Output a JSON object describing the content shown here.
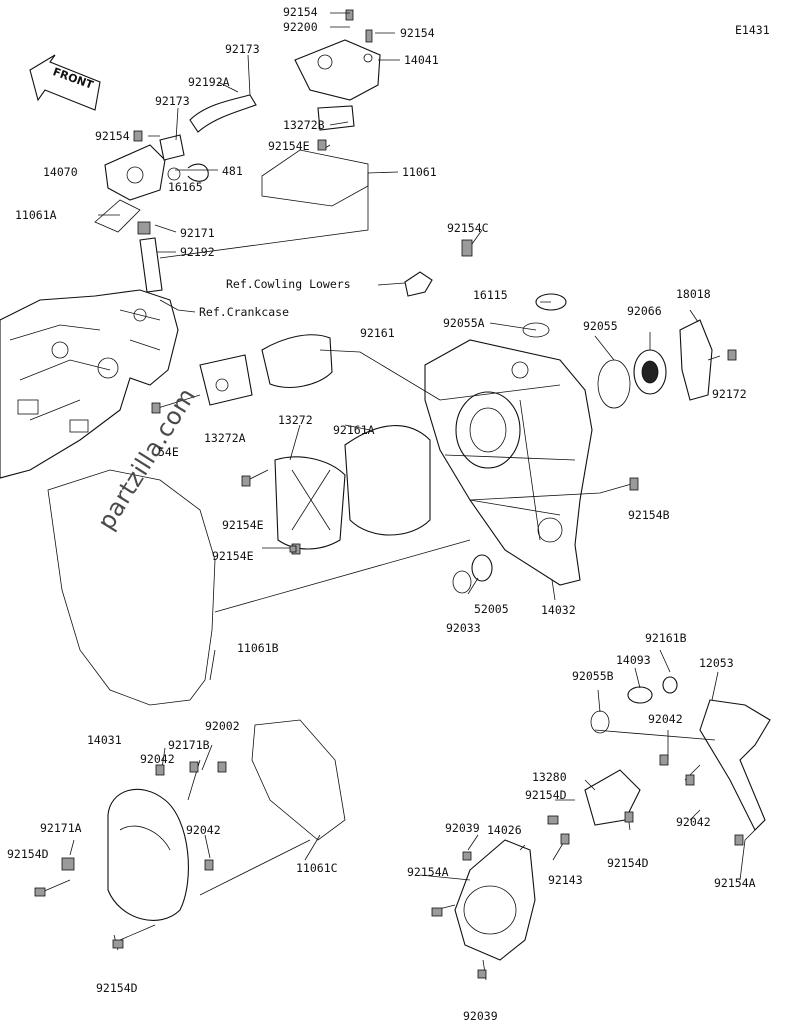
{
  "diagram_code": "E1431",
  "front_label": "FRONT",
  "watermark": "partzilla.com",
  "labels": {
    "p92154_top": "92154",
    "p92200": "92200",
    "p92154_tr": "92154",
    "p14041": "14041",
    "p92173_a": "92173",
    "p92192A": "92192A",
    "p92173_b": "92173",
    "p13272B": "13272B",
    "p92154_l": "92154",
    "p92154E_top": "92154E",
    "p14070": "14070",
    "p481": "481",
    "p11061": "11061",
    "p16165": "16165",
    "p11061A": "11061A",
    "p92171": "92171",
    "p92192": "92192",
    "p92154C": "92154C",
    "ref_cowling": "Ref.Cowling Lowers",
    "p16115": "16115",
    "ref_crankcase": "Ref.Crankcase",
    "p18018": "18018",
    "p92055A": "92055A",
    "p92055": "92055",
    "p92066": "92066",
    "p92161": "92161",
    "p92172": "92172",
    "p13272": "13272",
    "p92161A": "92161A",
    "p13272A": "13272A",
    "p54E": "54E",
    "p92154B": "92154B",
    "p92154E_mid": "92154E",
    "p92154E_low": "92154E",
    "p52005": "52005",
    "p14032": "14032",
    "p92033": "92033",
    "p11061B": "11061B",
    "p92161B": "92161B",
    "p14093": "14093",
    "p12053": "12053",
    "p92055B": "92055B",
    "p92002": "92002",
    "p92042_r": "92042",
    "p14031": "14031",
    "p92171B": "92171B",
    "p92042_l": "92042",
    "p13280": "13280",
    "p92154D_r1": "92154D",
    "p92171A": "92171A",
    "p92042_l2": "92042",
    "p14026": "14026",
    "p92042_r2": "92042",
    "p92154D_l": "92154D",
    "p92039_top": "92039",
    "p11061C": "11061C",
    "p92154D_r2": "92154D",
    "p92143": "92143",
    "p92154A_l": "92154A",
    "p92154A_r": "92154A",
    "p92154D_b": "92154D",
    "p92039_bot": "92039"
  }
}
